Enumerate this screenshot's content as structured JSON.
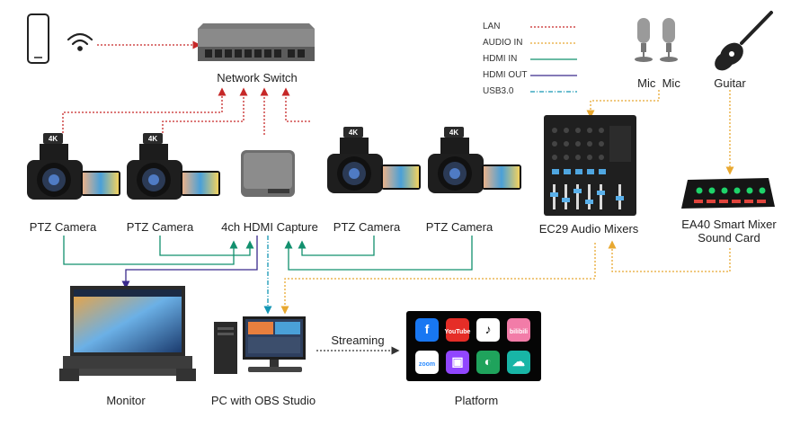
{
  "colors": {
    "lan": "#c62828",
    "audio_in": "#e8a830",
    "hdmi_in": "#12906e",
    "hdmi_out": "#3a2a8c",
    "usb30": "#1496b4"
  },
  "legend": [
    {
      "label": "LAN",
      "line": "lan"
    },
    {
      "label": "AUDIO IN",
      "line": "audio_in"
    },
    {
      "label": "HDMI IN",
      "line": "hdmi_in"
    },
    {
      "label": "HDMI OUT",
      "line": "hdmi_out"
    },
    {
      "label": "USB3.0",
      "line": "usb30"
    }
  ],
  "labels": {
    "network_switch": "Network Switch",
    "ptz_camera_1": "PTZ Camera",
    "ptz_camera_2": "PTZ Camera",
    "hdmi_capture": "4ch HDMI Capture",
    "ptz_camera_3": "PTZ Camera",
    "ptz_camera_4": "PTZ Camera",
    "audio_mixer": "EC29 Audio Mixers",
    "sound_card_line1": "EA40 Smart Mixer",
    "sound_card_line2": "Sound Card",
    "mics": "Mic  Mic",
    "guitar": "Guitar",
    "monitor": "Monitor",
    "pc": "PC with OBS Studio",
    "streaming": "Streaming",
    "platform": "Platform"
  },
  "camera_badge": "4K",
  "platform_apps": [
    {
      "name": "facebook",
      "text": "f",
      "color": "#1877f2"
    },
    {
      "name": "youtube",
      "text": "YouTube",
      "color": "#e52d27"
    },
    {
      "name": "tiktok",
      "text": "♪",
      "color": "#111111"
    },
    {
      "name": "bilibili",
      "text": "bilibili",
      "color": "#f27ca8"
    },
    {
      "name": "zoom",
      "text": "zoom",
      "color": "#2d8cff"
    },
    {
      "name": "twitch",
      "text": "▣",
      "color": "#9146ff"
    },
    {
      "name": "app-green",
      "text": "◐",
      "color": "#1fa35c"
    },
    {
      "name": "app-cloud",
      "text": "☁",
      "color": "#18b5a6"
    }
  ]
}
